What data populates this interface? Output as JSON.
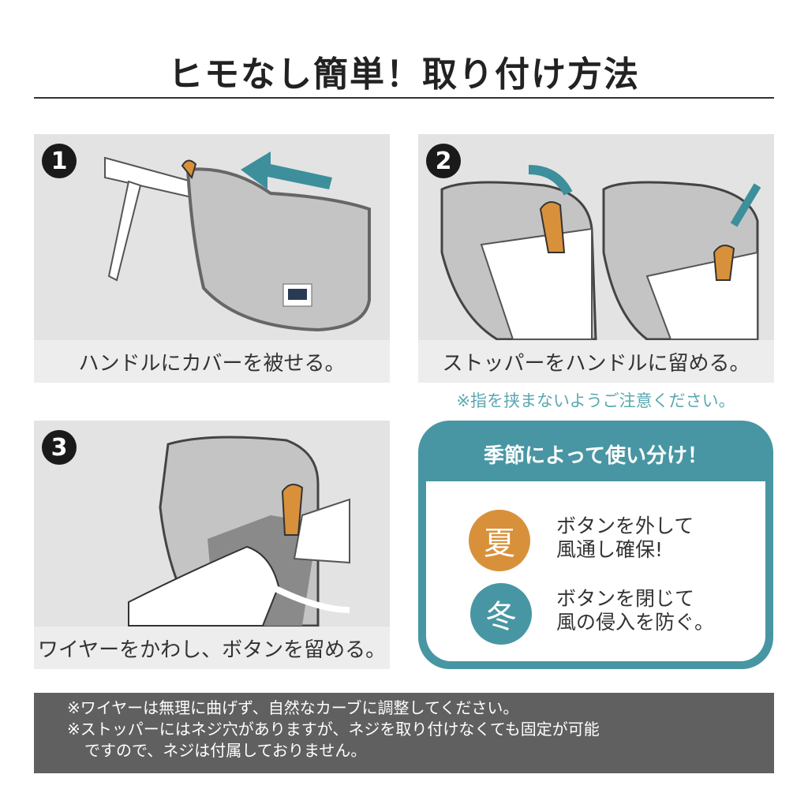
{
  "title": "ヒモなし簡単！取り付け方法",
  "steps": [
    {
      "number": "1",
      "caption": "ハンドルにカバーを被せる。"
    },
    {
      "number": "2",
      "caption": "ストッパーをハンドルに留める。"
    },
    {
      "number": "3",
      "caption": "ワイヤーをかわし、ボタンを留める。"
    }
  ],
  "warning": "※指を挟まないようご注意ください。",
  "season": {
    "heading": "季節によって使い分け！",
    "summer": {
      "badge": "夏",
      "line1": "ボタンを外して",
      "line2": "風通し確保!"
    },
    "winter": {
      "badge": "冬",
      "line1": "ボタンを閉じて",
      "line2": "風の侵入を防ぐ。"
    }
  },
  "notes": [
    "※ワイヤーは無理に曲げず、自然なカーブに調整してください。",
    "※ストッパーにはネジ穴がありますが、ネジを取り付けなくても固定が可能",
    "ですので、ネジは付属しておりません。"
  ],
  "colors": {
    "teal": "#4896a3",
    "orange": "#d8913a",
    "notes_bg": "#606060",
    "panel_bg": "#e3e3e3"
  }
}
